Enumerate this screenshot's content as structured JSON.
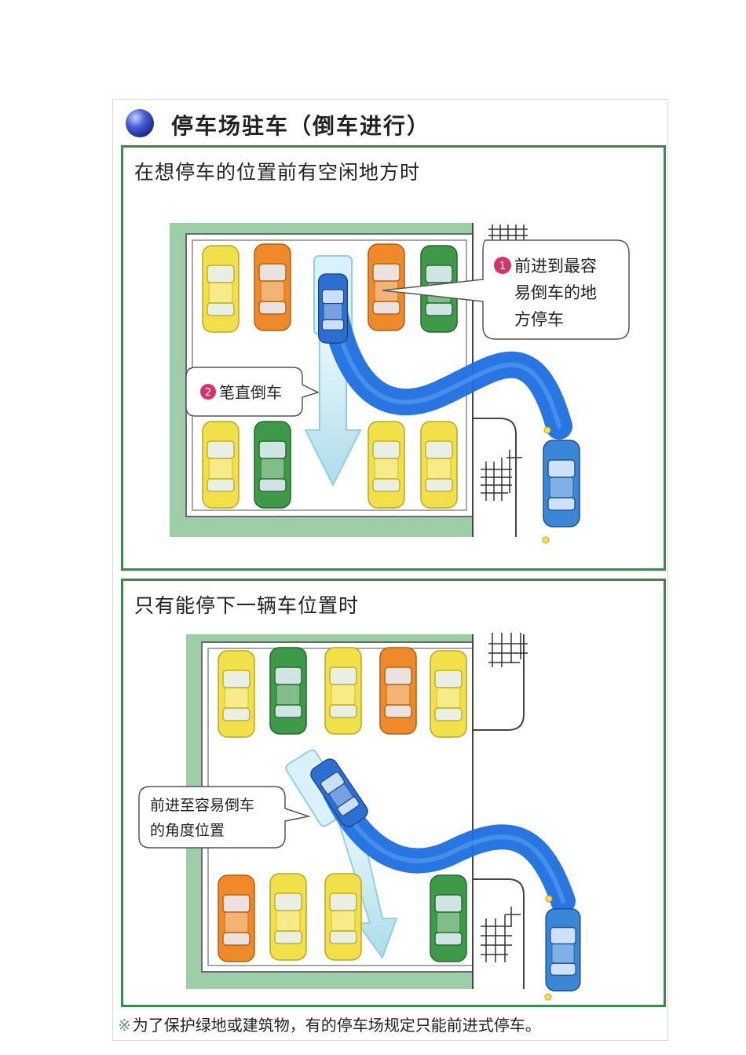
{
  "header": {
    "title": "停车场驻车（倒车进行）",
    "icon": "blue-ball-icon"
  },
  "panel1": {
    "title": "在想停车的位置前有空闲地方时",
    "callout1": {
      "number": "1",
      "lines": [
        "前进到最容",
        "易倒车的地",
        "方停车"
      ]
    },
    "callout2": {
      "number": "2",
      "text": "笔直倒车"
    }
  },
  "panel2": {
    "title": "只有能停下一辆车位置时",
    "callout": {
      "lines": [
        "前进至容易倒车",
        "的角度位置"
      ]
    }
  },
  "footnote": {
    "mark": "※",
    "text": "为了保护绿地或建筑物，有的停车场规定只能前进式停车。"
  },
  "colors": {
    "frame_green": "#3c8a4e",
    "lot_green": "#9ccfa8",
    "path_blue": "#1e6fe0",
    "arrow_light_blue": "#bfe6f2",
    "car_yellow": "#f2e04a",
    "car_orange": "#ee8a2a",
    "car_green": "#3e9a48",
    "car_blue": "#3c86d8",
    "badge_red": "#d6336c"
  }
}
